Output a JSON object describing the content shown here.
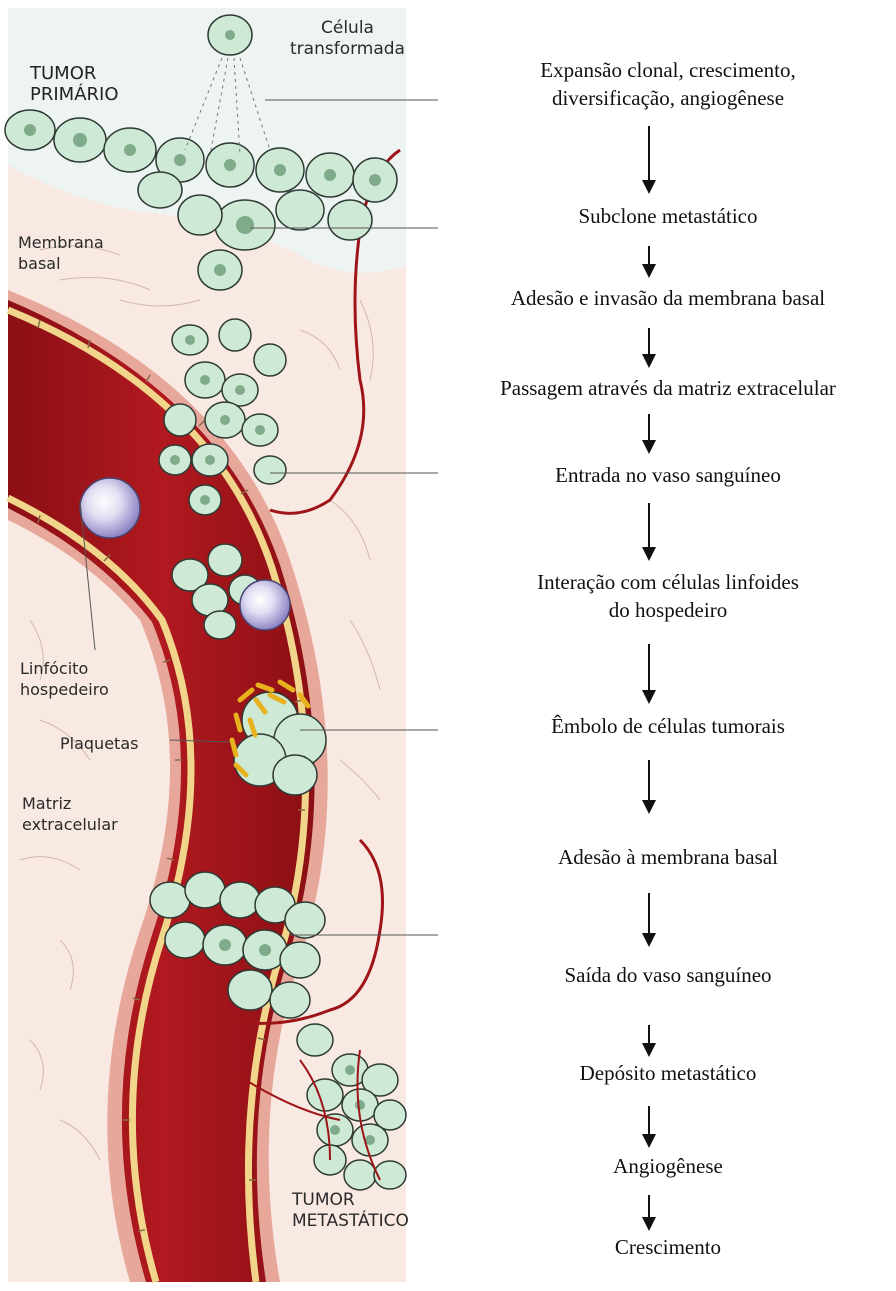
{
  "illustration_labels": {
    "celula": "Célula\ntransformada",
    "tumor_primario": "TUMOR\nPRIMÁRIO",
    "membrana": "Membrana\nbasal",
    "linfocito": "Linfócito\nhospedeiro",
    "plaquetas": "Plaquetas",
    "matriz": "Matriz\nextracelular",
    "tumor_metastatico": "TUMOR\nMETASTÁTICO"
  },
  "steps": [
    "Expansão clonal, crescimento,\ndiversificação, angiogênese",
    "Subclone metastático",
    "Adesão e invasão da membrana basal",
    "Passagem através da matriz extracelular",
    "Entrada no vaso sanguíneo",
    "Interação com células linfoides\ndo hospedeiro",
    "Êmbolo de células tumorais",
    "Adesão à membrana basal",
    "Saída do vaso sanguíneo",
    "Depósito metastático",
    "Angiogênese",
    "Crescimento"
  ],
  "colors": {
    "vessel": "#9e1419",
    "vessel_dark": "#7a0c10",
    "matrix": "#f7e6de",
    "basement_membrane": "#e7a79a",
    "vessel_wall": "#f1d58a",
    "tumor_cell": "#cfe9d7",
    "tumor_nucleus": "#7fab8a",
    "platelet": "#e7b21e",
    "lymphocyte": "#b7b1dc"
  }
}
